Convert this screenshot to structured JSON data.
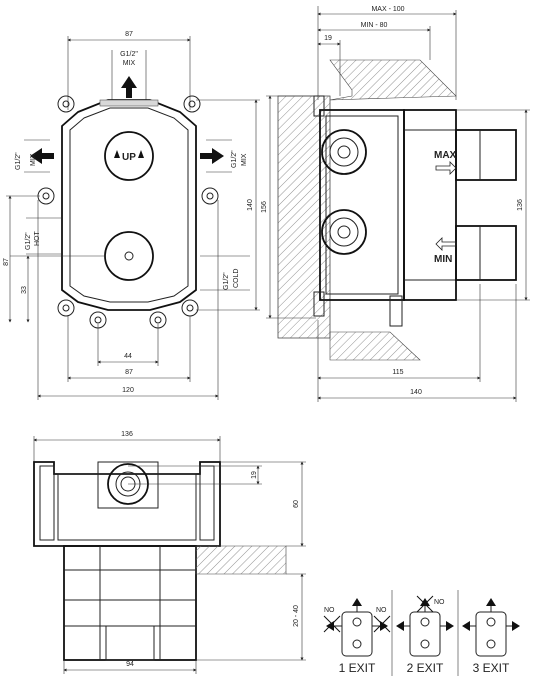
{
  "front_view": {
    "dims": {
      "top_width": "87",
      "mid_width": "44",
      "lower_width": "87",
      "total_width": "120",
      "height_140": "140",
      "height_87": "87",
      "height_33": "33"
    },
    "ports": {
      "top": [
        "G1/2\"",
        "MIX"
      ],
      "left": [
        "G1/2\"",
        "MIX"
      ],
      "right": [
        "G1/2\"",
        "MIX"
      ],
      "hot": [
        "G1/2\"",
        "HOT"
      ],
      "cold": [
        "G1/2\"",
        "COLD"
      ]
    },
    "label_up": "UP"
  },
  "side_view": {
    "dims": {
      "max": "MAX - 100",
      "min": "MIN - 80",
      "d19": "19",
      "h156": "156",
      "h136": "136",
      "w115": "115",
      "w140": "140"
    },
    "label_max": "MAX",
    "label_min": "MIN"
  },
  "bottom_view": {
    "dims": {
      "w136": "136",
      "d19": "19",
      "d60": "60",
      "d20_40": "20 - 40",
      "w94": "94"
    }
  },
  "exits": [
    {
      "caption": "1 EXIT",
      "no_labels": [
        "NO",
        "NO"
      ]
    },
    {
      "caption": "2 EXIT",
      "no_labels": [
        "NO"
      ]
    },
    {
      "caption": "3 EXIT",
      "no_labels": []
    }
  ]
}
